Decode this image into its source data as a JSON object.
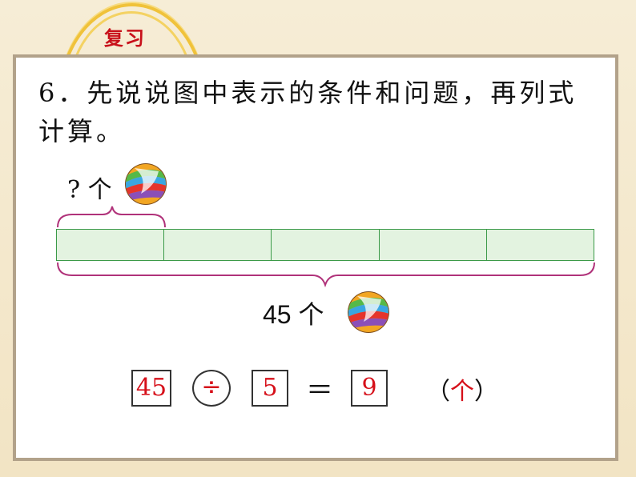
{
  "tab": {
    "label": "复习"
  },
  "question": {
    "number": "6．",
    "text": "先说说图中表示的条件和问题，再列式计算。"
  },
  "diagram": {
    "unknown_label": "? 个",
    "total_label": "45 个",
    "segment_count": 5
  },
  "equation": {
    "dividend": "45",
    "operator": "÷",
    "divisor": "5",
    "equals": "＝",
    "result": "9",
    "unit_open": "（",
    "unit": "个",
    "unit_close": "）"
  },
  "colors": {
    "accent_red": "#d6101a",
    "bar_fill": "#e3f3e0",
    "bar_border": "#3b9a48",
    "brace": "#b0327a",
    "tab_arc": "#f0c23a"
  }
}
